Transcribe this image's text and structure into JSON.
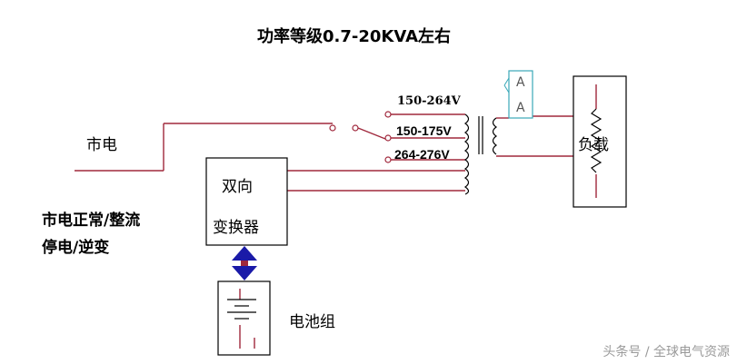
{
  "title": "功率等级0.7-20KVA左右",
  "mains": {
    "label": "市电"
  },
  "modes": [
    "市电正常/整流",
    "停电/逆变"
  ],
  "converter": {
    "line1": "双向",
    "line2": "变换器"
  },
  "taps": [
    "150-264V",
    "150-175V",
    "264-276V"
  ],
  "load": {
    "label": "负载"
  },
  "battery": {
    "label": "电池组"
  },
  "ammeter": {
    "symbol_top": "A",
    "symbol_bottom": "A"
  },
  "watermark": "头条号 / 全球电气资源",
  "colors": {
    "wire": "#a0283c",
    "arrow": "#1a1aa8",
    "line": "#000000",
    "ammeter": "#3aa8b8"
  }
}
